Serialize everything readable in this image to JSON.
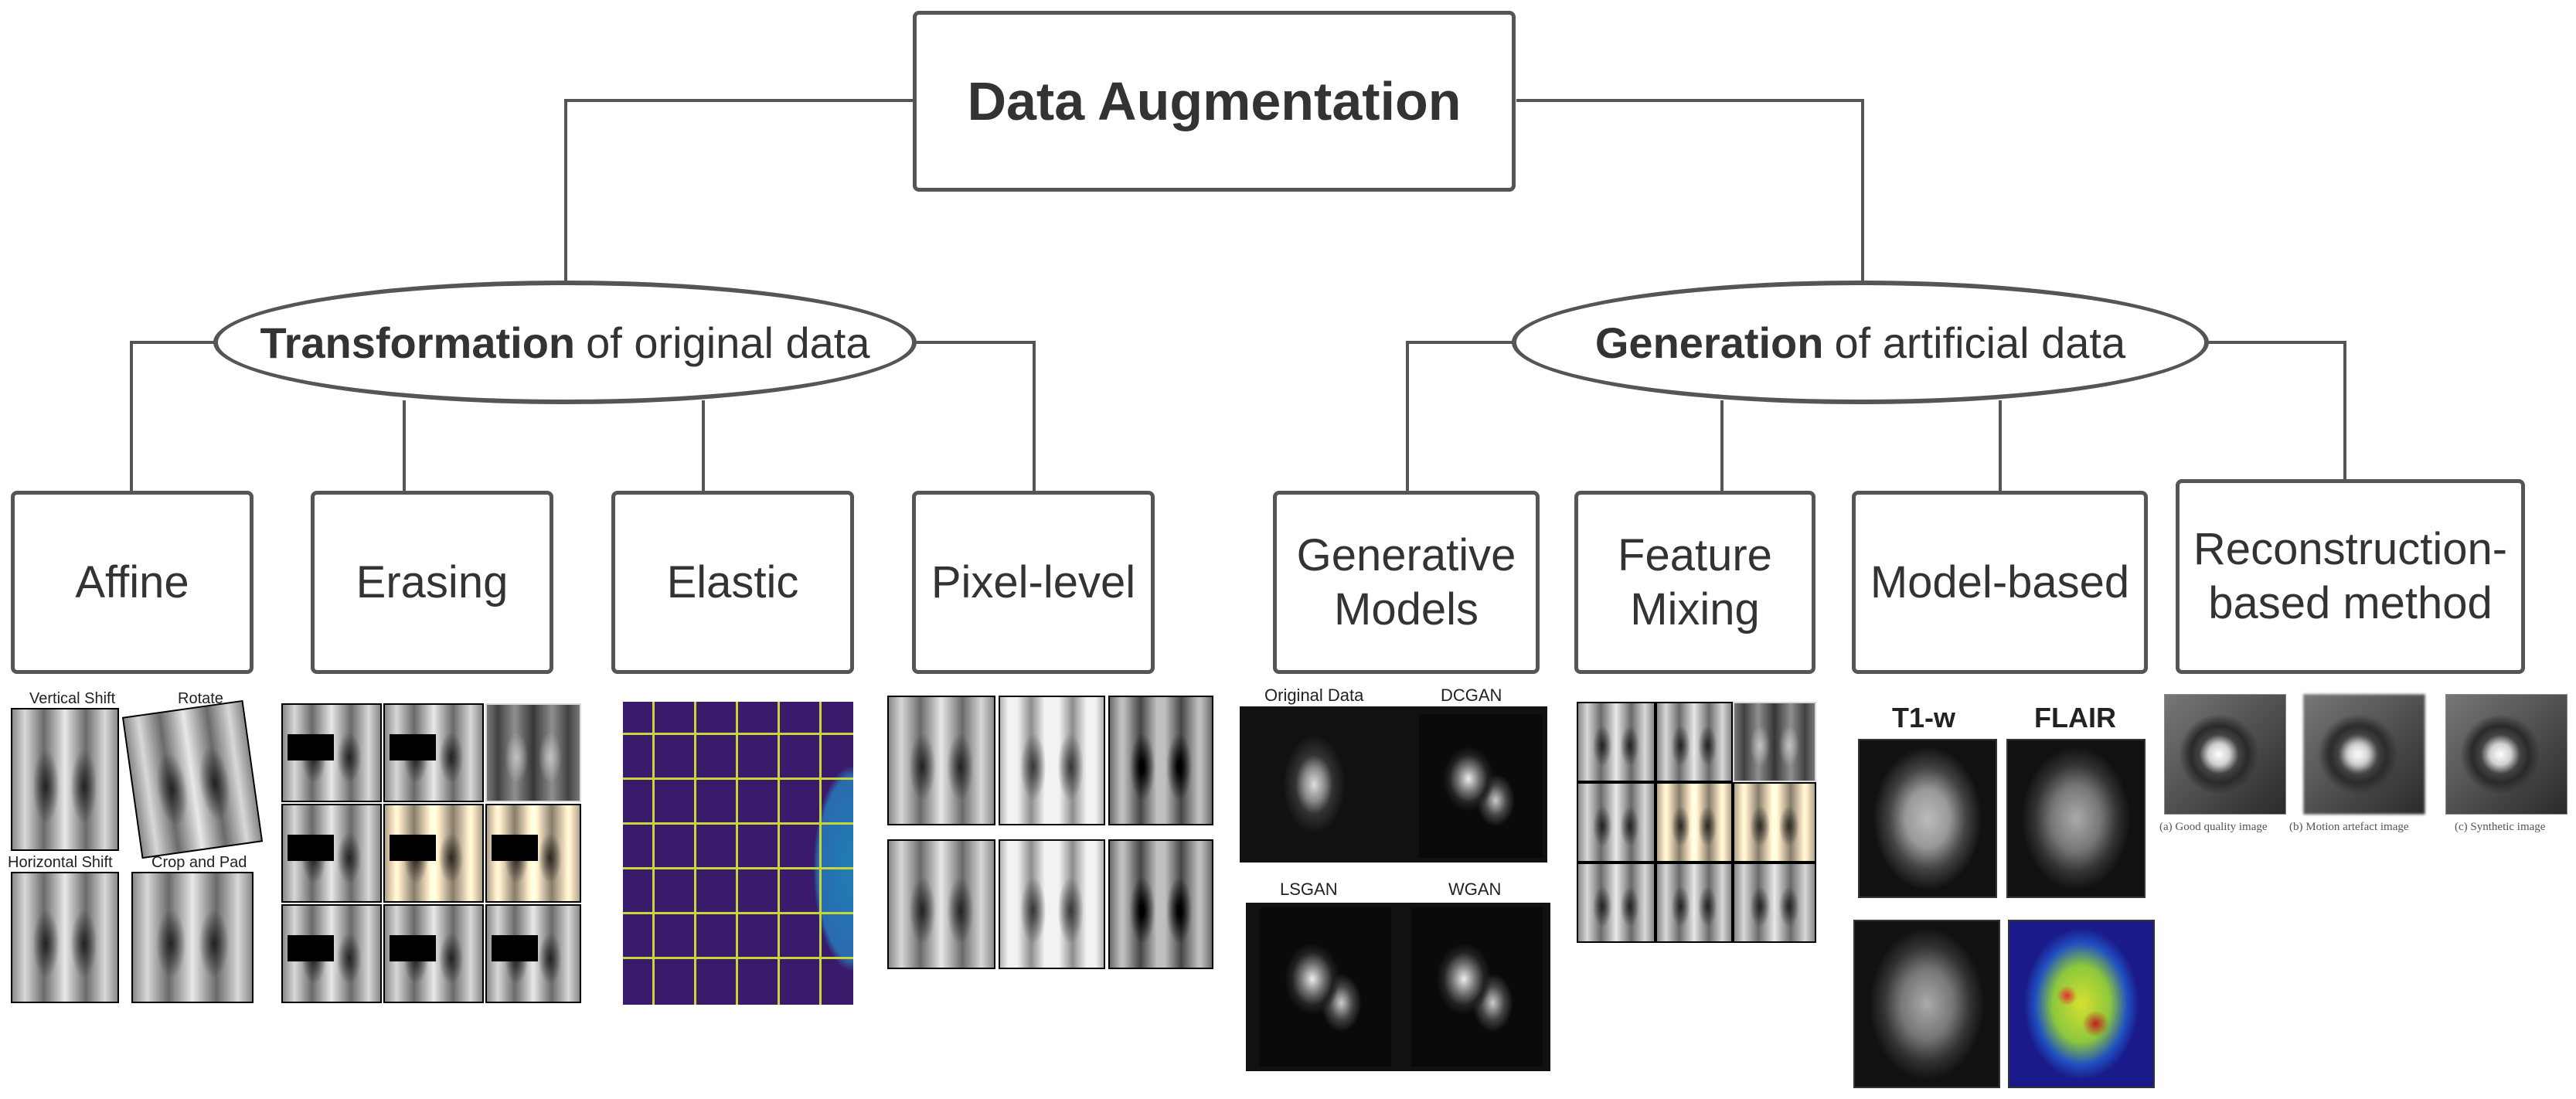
{
  "title": "Data Augmentation",
  "branches": [
    {
      "bold": "Transformation",
      "rest": "of original data"
    },
    {
      "bold": "Generation",
      "rest": "of artificial data"
    }
  ],
  "leaves": [
    "Affine",
    "Erasing",
    "Elastic",
    "Pixel-level",
    "Generative Models",
    "Feature Mixing",
    "Model-based",
    "Reconstruction-based method"
  ],
  "affine_captions": [
    "Vertical Shift",
    "Rotate",
    "Horizontal Shift",
    "Crop and Pad"
  ],
  "gan_captions": [
    "Original Data",
    "DCGAN",
    "LSGAN",
    "WGAN"
  ],
  "mri_labels": [
    "T1-w",
    "FLAIR"
  ],
  "recon_captions": [
    "(a) Good quality image",
    "(b) Motion artefact image",
    "(c) Synthetic image"
  ],
  "colors": {
    "border": "#555555",
    "text": "#333333",
    "elastic_bg": "#3a1a6a",
    "elastic_grid": "#c6d63a"
  }
}
